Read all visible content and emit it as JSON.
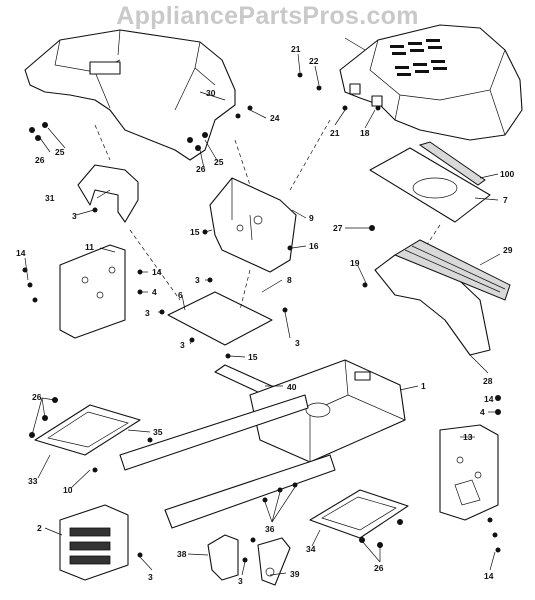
{
  "watermark": "AppliancePartsPros.com",
  "callouts": [
    "1",
    "2",
    "3",
    "4",
    "6",
    "7",
    "8",
    "9",
    "10",
    "11",
    "13",
    "14",
    "15",
    "16",
    "18",
    "19",
    "21",
    "22",
    "24",
    "25",
    "26",
    "27",
    "28",
    "29",
    "30",
    "31",
    "33",
    "34",
    "35",
    "36",
    "38",
    "39",
    "40",
    "100"
  ]
}
